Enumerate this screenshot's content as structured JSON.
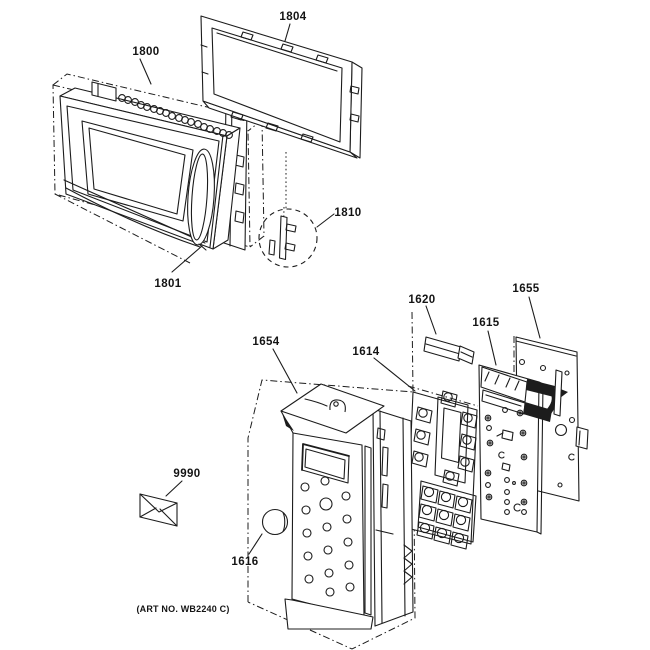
{
  "colors": {
    "line": "#1c1c1c",
    "background": "#ffffff",
    "dark_fill": "#1c1c1c"
  },
  "art_note": "(ART NO. WB2240 C)",
  "labels": {
    "door_assembly": "1800",
    "door_frame": "1804",
    "door_handle": "1801",
    "door_latch_detail": "1810",
    "control_panel_assembly": "1654",
    "keypad_membrane": "1614",
    "display_lens": "1620",
    "display_board": "1615",
    "control_board": "1655",
    "literature_kit": "9990",
    "knob": "1616"
  }
}
